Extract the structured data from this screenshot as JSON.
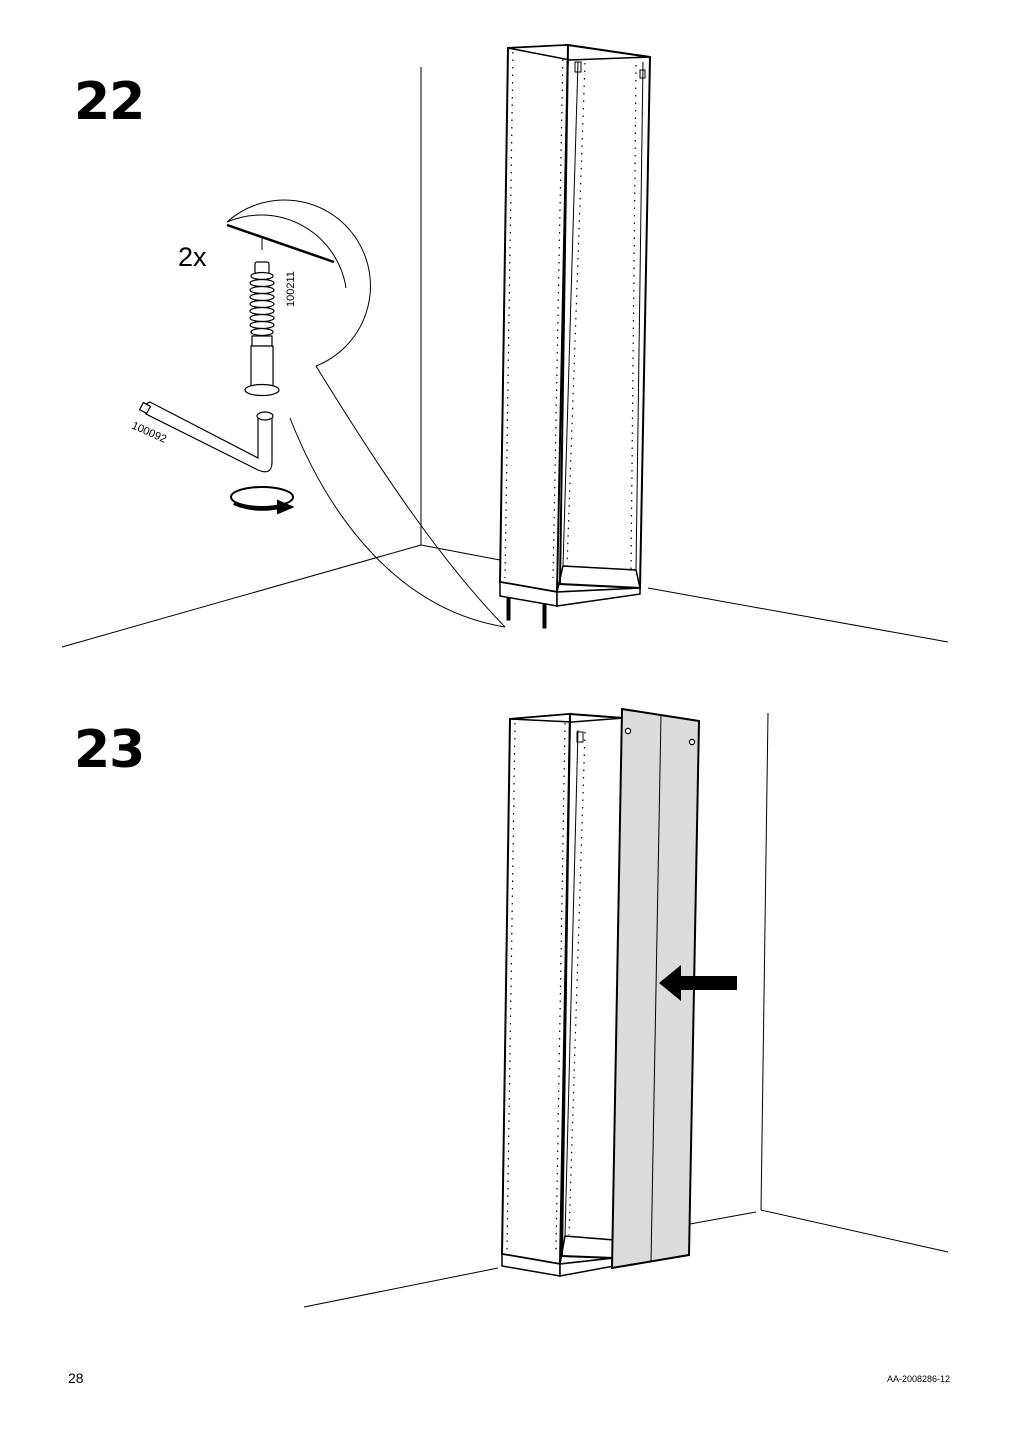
{
  "steps": [
    {
      "number": "22",
      "quantity": "2x",
      "parts": [
        "100211",
        "100092"
      ]
    },
    {
      "number": "23"
    }
  ],
  "footer": {
    "page_number": "28",
    "document_code": "AA-2008286-12"
  },
  "colors": {
    "panel_fill": "#dcdcdc",
    "line": "#000000"
  },
  "icons": {
    "rotate": "clockwise-rotation-icon",
    "push": "arrow-left-icon"
  }
}
